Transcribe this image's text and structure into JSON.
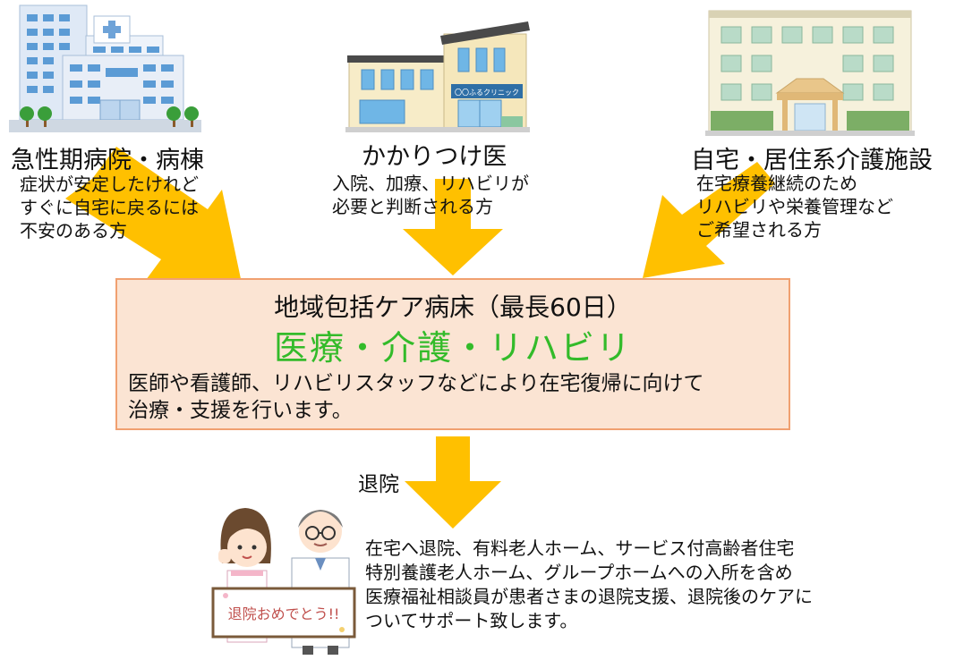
{
  "sources": [
    {
      "title": "急性期病院・病棟",
      "description": [
        "症状が安定したけれど",
        "すぐに自宅に戻るには",
        "不安のある方"
      ]
    },
    {
      "title": "かかりつけ医",
      "sign_text": "〇〇ふるクリニック",
      "description": [
        "入院、加療、リハビリが",
        "必要と判断される方"
      ]
    },
    {
      "title": "自宅・居住系介護施設",
      "description": [
        "在宅療養継続のため",
        "リハビリや栄養管理など",
        "ご希望される方"
      ]
    }
  ],
  "main": {
    "title": "地域包括ケア病床（最長60日）",
    "subtitle": "医療・介護・リハビリ",
    "description": [
      "医師や看護師、リハビリスタッフなどにより在宅復帰に向けて",
      "治療・支援を行います。"
    ]
  },
  "discharge": {
    "label": "退院",
    "sign_text": "退院おめでとう!!",
    "description": [
      "在宅へ退院、有料老人ホーム、サービス付高齢者住宅",
      "特別養護老人ホーム、グループホームへの入所を含め",
      "医療福祉相談員が患者さまの退院支援、退院後のケアに",
      "ついてサポート致します。"
    ]
  },
  "colors": {
    "arrow": "#ffc000",
    "box_fill": "#fbe4d3",
    "box_border": "#f0a070",
    "subtitle_green": "#33bb2a"
  }
}
